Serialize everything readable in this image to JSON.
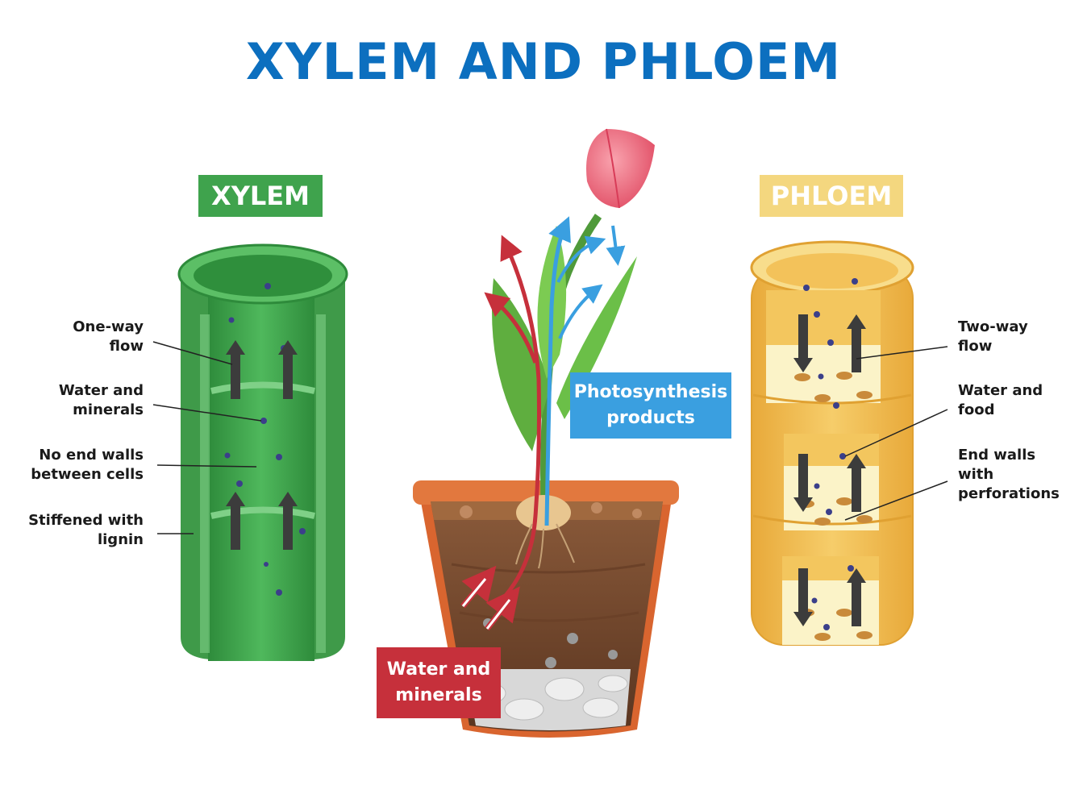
{
  "title": "XYLEM AND PHLOEM",
  "xylem": {
    "heading": "XYLEM",
    "labels": {
      "one_way_flow": "One-way\nflow",
      "water_minerals": "Water and\nminerals",
      "no_end_walls": "No end walls\nbetween cells",
      "lignin": "Stiffened with\nlignin"
    }
  },
  "phloem": {
    "heading": "PHLOEM",
    "labels": {
      "two_way_flow": "Two-way\nflow",
      "water_food": "Water and\nfood",
      "end_walls": "End walls\nwith\nperforations"
    }
  },
  "plant": {
    "photosynthesis_label": "Photosynthesis\nproducts",
    "water_minerals_label": "Water and\nminerals"
  },
  "colors": {
    "title": "#0c6fbf",
    "xylem": "#3fa34d",
    "phloem": "#f4d77f",
    "photosynthesis": "#3a9fe0",
    "water_minerals": "#c6303b"
  }
}
